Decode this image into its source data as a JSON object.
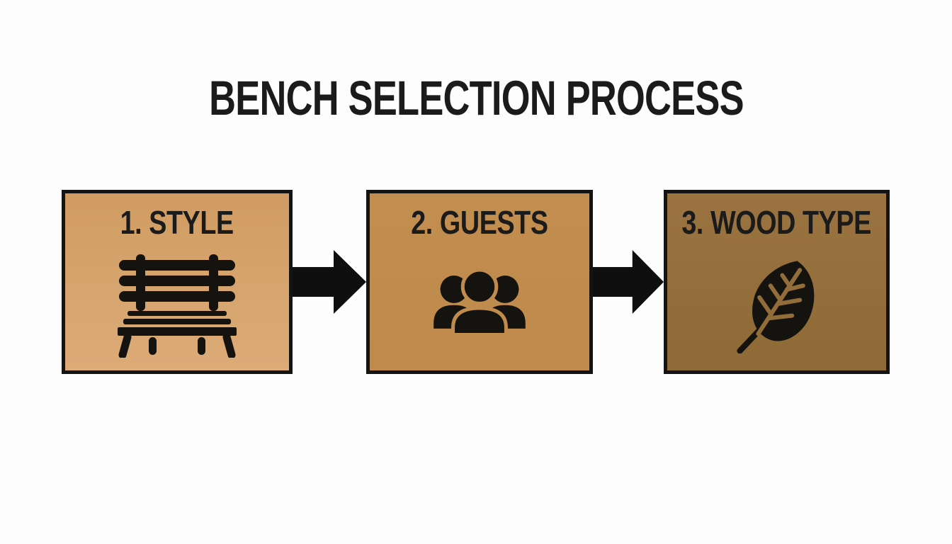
{
  "title": "BENCH SELECTION PROCESS",
  "diagram": {
    "type": "flowchart",
    "direction": "left-to-right",
    "connector": "arrow-right",
    "arrow_color": "#0f0f0f",
    "steps": [
      {
        "label": "1. STYLE",
        "icon": "bench-icon",
        "bg_top": "#d09c63",
        "bg_bottom": "#dcab77",
        "bg": "#d6a46e"
      },
      {
        "label": "2. GUESTS",
        "icon": "people-icon",
        "bg_top": "#c28e50",
        "bg_bottom": "#bf8a4c",
        "bg": "#c08c4e"
      },
      {
        "label": "3. WOOD TYPE",
        "icon": "leaf-icon",
        "bg_top": "#9a7341",
        "bg_bottom": "#8e6a36",
        "bg": "#926d3a"
      }
    ]
  },
  "colors": {
    "page_bg": "#fdfdfd",
    "border": "#141414",
    "text": "#1b1b1b",
    "icon": "#151310"
  }
}
